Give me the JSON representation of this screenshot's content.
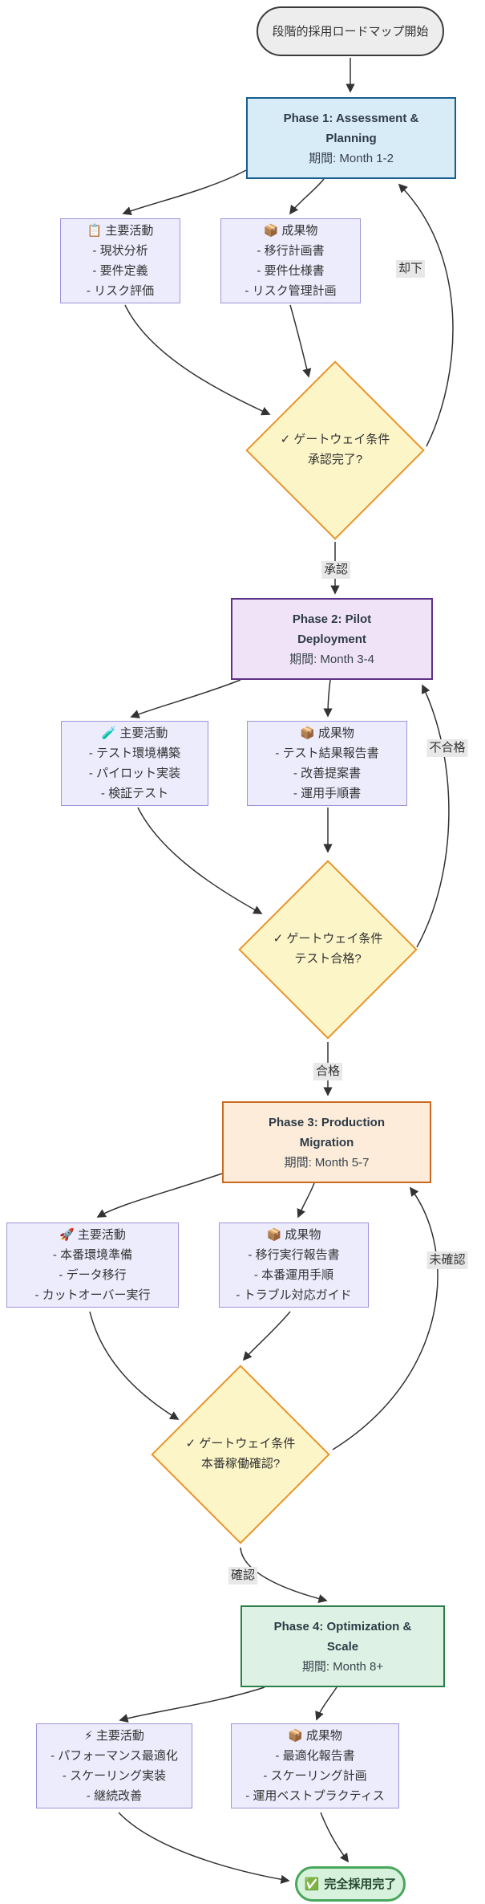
{
  "start": {
    "label": "段階的採用ロードマップ開始"
  },
  "end": {
    "icon": "✅",
    "label": "完全採用完了"
  },
  "phases": [
    {
      "title": "Phase 1: Assessment & Planning",
      "period": "期間: Month 1-2",
      "activities": {
        "icon": "📋",
        "title": "主要活動",
        "items": [
          "- 現状分析",
          "- 要件定義",
          "- リスク評価"
        ]
      },
      "deliverables": {
        "icon": "📦",
        "title": "成果物",
        "items": [
          "- 移行計画書",
          "- 要件仕様書",
          "- リスク管理計画"
        ]
      },
      "gate": {
        "icon": "✓",
        "title": "ゲートウェイ条件",
        "question": "承認完了?",
        "pass_label": "承認",
        "fail_label": "却下"
      }
    },
    {
      "title": "Phase 2: Pilot Deployment",
      "period": "期間: Month 3-4",
      "activities": {
        "icon": "🧪",
        "title": "主要活動",
        "items": [
          "- テスト環境構築",
          "- パイロット実装",
          "- 検証テスト"
        ]
      },
      "deliverables": {
        "icon": "📦",
        "title": "成果物",
        "items": [
          "- テスト結果報告書",
          "- 改善提案書",
          "- 運用手順書"
        ]
      },
      "gate": {
        "icon": "✓",
        "title": "ゲートウェイ条件",
        "question": "テスト合格?",
        "pass_label": "合格",
        "fail_label": "不合格"
      }
    },
    {
      "title": "Phase 3: Production Migration",
      "period": "期間: Month 5-7",
      "activities": {
        "icon": "🚀",
        "title": "主要活動",
        "items": [
          "- 本番環境準備",
          "- データ移行",
          "- カットオーバー実行"
        ]
      },
      "deliverables": {
        "icon": "📦",
        "title": "成果物",
        "items": [
          "- 移行実行報告書",
          "- 本番運用手順",
          "- トラブル対応ガイド"
        ]
      },
      "gate": {
        "icon": "✓",
        "title": "ゲートウェイ条件",
        "question": "本番稼働確認?",
        "pass_label": "確認",
        "fail_label": "未確認"
      }
    },
    {
      "title": "Phase 4: Optimization & Scale",
      "period": "期間: Month 8+",
      "activities": {
        "icon": "⚡",
        "title": "主要活動",
        "items": [
          "- パフォーマンス最適化",
          "- スケーリング実装",
          "- 継続改善"
        ]
      },
      "deliverables": {
        "icon": "📦",
        "title": "成果物",
        "items": [
          "- 最適化報告書",
          "- スケーリング計画",
          "- 運用ベストプラクティス"
        ]
      }
    }
  ],
  "colors": {
    "edge": "#333333",
    "edge_label_bg": "#e8e8e8",
    "start_fill": "#ededed",
    "start_stroke": "#3b3b3b",
    "card_fill": "#ececfd",
    "card_stroke": "#9e94d8",
    "gate_fill": "#fcf5c7",
    "gate_stroke": "#e8962f",
    "phase1_fill": "#d8ecf8",
    "phase1_stroke": "#175e8d",
    "phase2_fill": "#f1e3f7",
    "phase2_stroke": "#5f3188",
    "phase3_fill": "#fcecd9",
    "phase3_stroke": "#c96a1e",
    "phase4_fill": "#ddf2e4",
    "phase4_stroke": "#2e8049",
    "end_fill": "#d7f2dc",
    "end_stroke": "#49a75c"
  }
}
